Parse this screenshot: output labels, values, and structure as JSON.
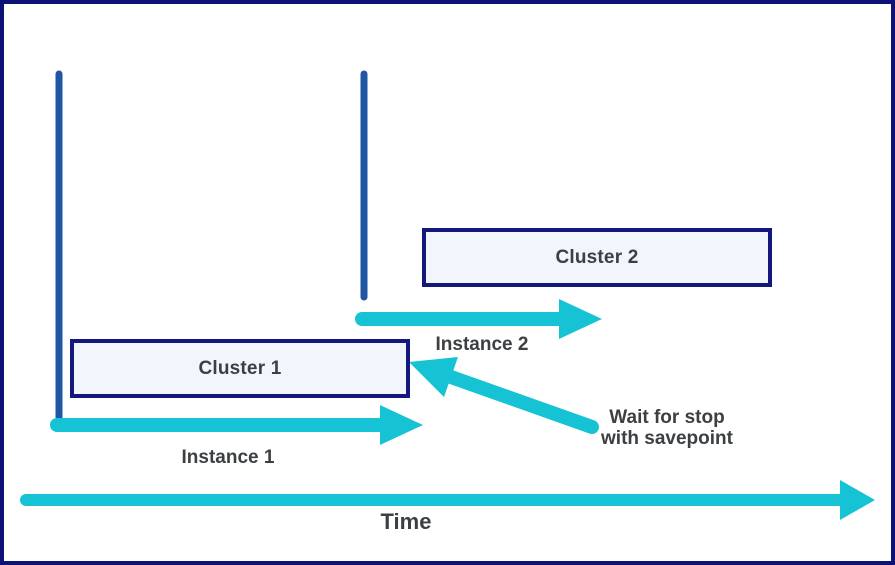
{
  "colors": {
    "frame-border": "#0e1276",
    "box-border": "#14177b",
    "box-fill": "#f2f5fb",
    "lifeline-blue": "#2156a4",
    "arrow-cyan": "#16c3d4",
    "label-gray": "#3c4043"
  },
  "diagram": {
    "boxes": [
      {
        "id": "cluster-1",
        "label": "Cluster 1"
      },
      {
        "id": "cluster-2",
        "label": "Cluster 2"
      }
    ],
    "arrows": [
      {
        "id": "instance-1",
        "label": "Instance 1"
      },
      {
        "id": "instance-2",
        "label": "Instance 2"
      },
      {
        "id": "wait-for-stop",
        "label_line1": "Wait for stop",
        "label_line2": "with savepoint"
      },
      {
        "id": "time-axis",
        "label": "Time"
      }
    ]
  }
}
